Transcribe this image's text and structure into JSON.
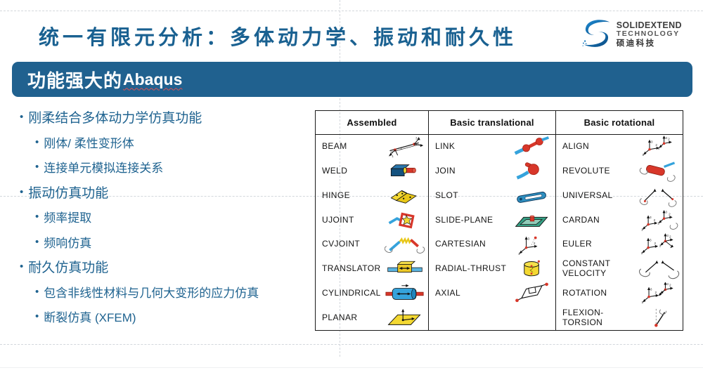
{
  "slide": {
    "title": "统一有限元分析：多体动力学、振动和耐久性",
    "banner": {
      "prefix": "功能强大的",
      "highlight": "Abaqus"
    },
    "logo": {
      "line1": "SOLIDEXTEND",
      "line2": "TECHNOLOGY",
      "line3": "硕迪科技"
    },
    "colors": {
      "title_blue": "#1a6191",
      "banner_bg": "#20618f",
      "bullet_blue": "#1f6390",
      "spellcheck_red": "#e05050",
      "icon_red": "#d8372a",
      "icon_blue": "#35a3dc",
      "icon_yellow": "#f3d832",
      "icon_green": "#36a085",
      "logo_blue": "#1478be"
    },
    "bullets": [
      {
        "level": 1,
        "text": "刚柔结合多体动力学仿真功能"
      },
      {
        "level": 2,
        "text": "刚体/ 柔性变形体"
      },
      {
        "level": 2,
        "text": "连接单元模拟连接关系"
      },
      {
        "level": 1,
        "text": "振动仿真功能"
      },
      {
        "level": 2,
        "text": "频率提取"
      },
      {
        "level": 2,
        "text": "频响仿真"
      },
      {
        "level": 1,
        "text": "耐久仿真功能"
      },
      {
        "level": 2,
        "text": "包含非线性材料与几何大变形的应力仿真"
      },
      {
        "level": 2,
        "text": "断裂仿真 (XFEM)"
      }
    ],
    "table": {
      "columns": [
        {
          "header": "Assembled",
          "rows": [
            {
              "label": "BEAM",
              "icon": "beam-icon"
            },
            {
              "label": "WELD",
              "icon": "weld-icon"
            },
            {
              "label": "HINGE",
              "icon": "hinge-icon"
            },
            {
              "label": "UJOINT",
              "icon": "ujoint-icon"
            },
            {
              "label": "CVJOINT",
              "icon": "cvjoint-icon"
            },
            {
              "label": "TRANSLATOR",
              "icon": "translator-icon"
            },
            {
              "label": "CYLINDRICAL",
              "icon": "cylindrical-icon"
            },
            {
              "label": "PLANAR",
              "icon": "planar-icon"
            }
          ]
        },
        {
          "header": "Basic translational",
          "rows": [
            {
              "label": "LINK",
              "icon": "link-icon"
            },
            {
              "label": "JOIN",
              "icon": "join-icon"
            },
            {
              "label": "SLOT",
              "icon": "slot-icon"
            },
            {
              "label": "SLIDE-PLANE",
              "icon": "slide-plane-icon"
            },
            {
              "label": "CARTESIAN",
              "icon": "cartesian-icon"
            },
            {
              "label": "RADIAL-THRUST",
              "icon": "radial-thrust-icon"
            },
            {
              "label": "AXIAL",
              "icon": "axial-icon"
            },
            {
              "label": "",
              "icon": ""
            }
          ]
        },
        {
          "header": "Basic rotational",
          "rows": [
            {
              "label": "ALIGN",
              "icon": "align-icon"
            },
            {
              "label": "REVOLUTE",
              "icon": "revolute-icon"
            },
            {
              "label": "UNIVERSAL",
              "icon": "universal-icon"
            },
            {
              "label": "CARDAN",
              "icon": "cardan-icon"
            },
            {
              "label": "EULER",
              "icon": "euler-icon"
            },
            {
              "label": "CONSTANT VELOCITY",
              "icon": "constant-velocity-icon"
            },
            {
              "label": "ROTATION",
              "icon": "rotation-icon"
            },
            {
              "label": "FLEXION-TORSION",
              "icon": "flexion-torsion-icon"
            }
          ]
        }
      ]
    }
  }
}
